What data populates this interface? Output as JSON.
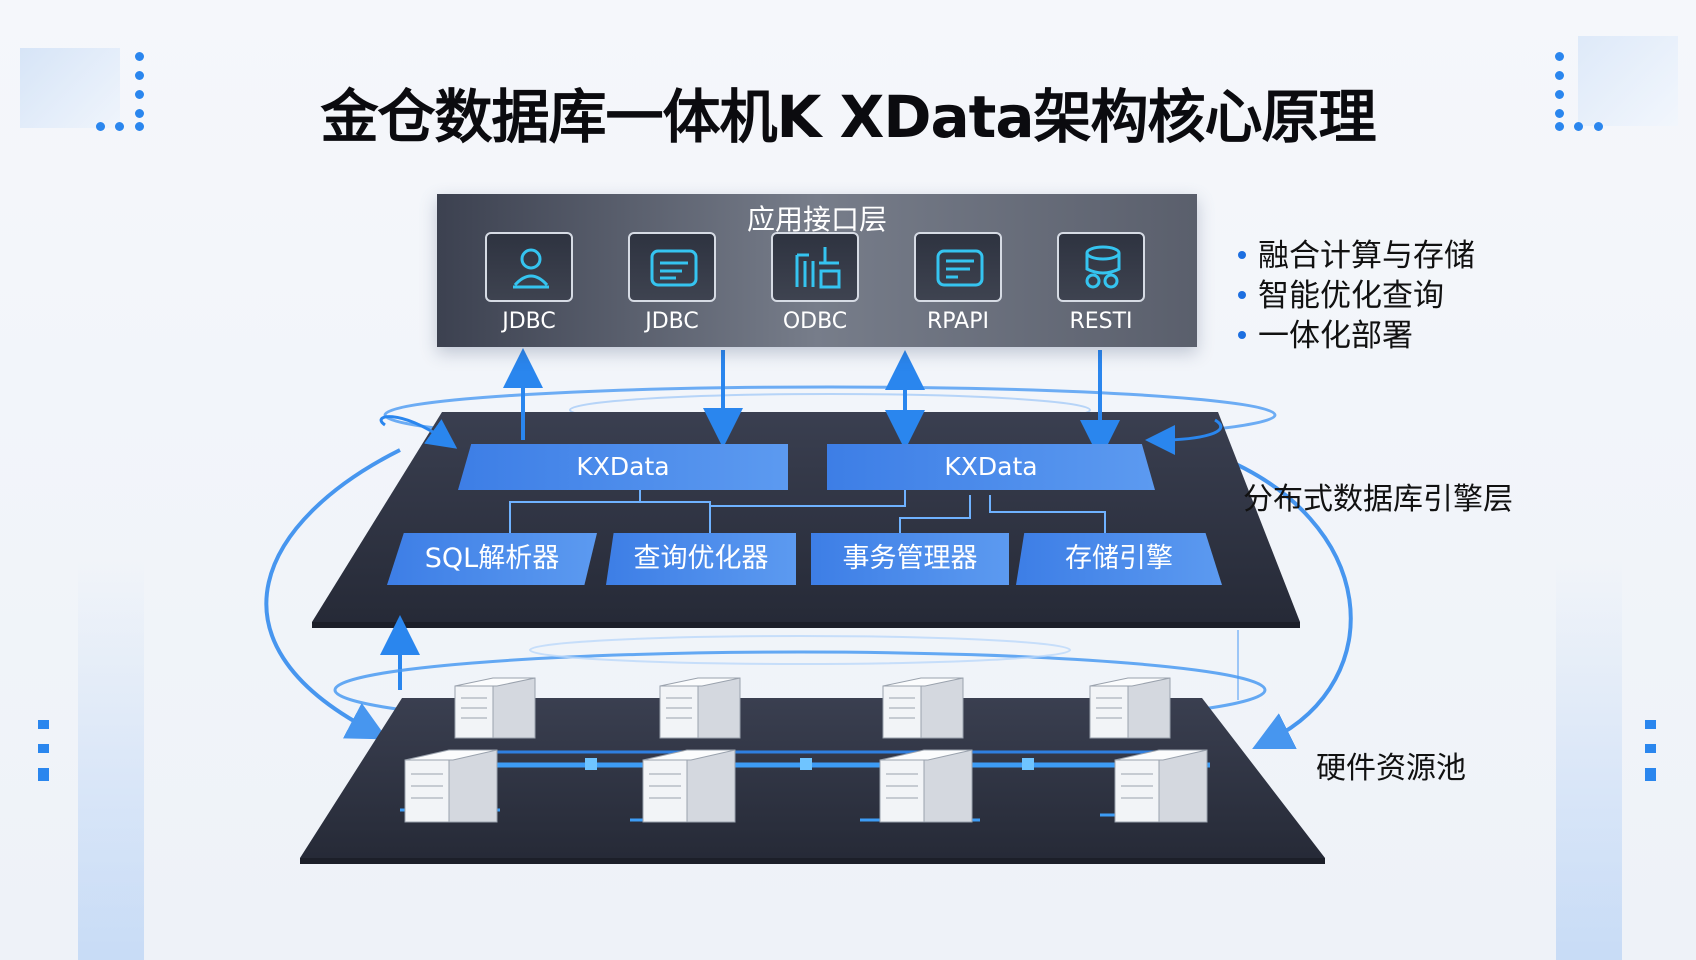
{
  "title": "金仓数据库一体机K XData架构核心原理",
  "api_layer": {
    "title": "应用接口层",
    "items": [
      {
        "label": "JDBC",
        "icon": "user-icon"
      },
      {
        "label": "JDBC",
        "icon": "document-icon"
      },
      {
        "label": "ODBC",
        "icon": "connector-icon"
      },
      {
        "label": "RPAPI",
        "icon": "document-icon"
      },
      {
        "label": "RESTI",
        "icon": "database-icon"
      }
    ]
  },
  "features": [
    "融合计算与存储",
    "智能优化查询",
    "一体化部署"
  ],
  "engine_layer": {
    "label": "分布式数据库引擎层",
    "nodes": [
      "KXData",
      "KXData"
    ],
    "modules": [
      "SQL解析器",
      "查询优化器",
      "事务管理器",
      "存储引擎"
    ]
  },
  "hardware_layer": {
    "label": "硬件资源池"
  },
  "colors": {
    "accent": "#2a86ee",
    "platform": "#2f3444",
    "pill": "#4a8bea",
    "api_panel": "#5a5f6c"
  }
}
